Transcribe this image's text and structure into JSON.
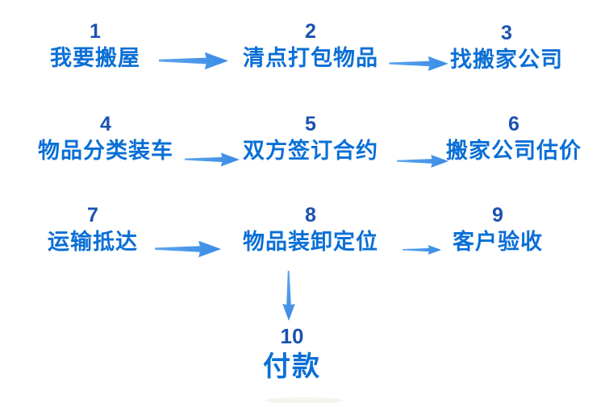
{
  "diagram": {
    "title": "moving-house-process-flow",
    "language": "zh",
    "background_color": "#ffffff",
    "colors": {
      "step_number": "#1b52b1",
      "step_label": "#0a6fd6",
      "arrow_tail": "#5ca4ee",
      "arrow_head": "#3a8ce6"
    },
    "steps": [
      {
        "number": "1",
        "label": "我要搬屋"
      },
      {
        "number": "2",
        "label": "清点打包物品"
      },
      {
        "number": "3",
        "label": "找搬家公司"
      },
      {
        "number": "4",
        "label": "物品分类装车"
      },
      {
        "number": "5",
        "label": "双方签订合约"
      },
      {
        "number": "6",
        "label": "搬家公司估价"
      },
      {
        "number": "7",
        "label": "运输抵达"
      },
      {
        "number": "8",
        "label": "物品装卸定位"
      },
      {
        "number": "9",
        "label": "客户验收"
      },
      {
        "number": "10",
        "label": "付款"
      }
    ],
    "connections": [
      {
        "from": "1",
        "to": "2",
        "direction": "right"
      },
      {
        "from": "2",
        "to": "3",
        "direction": "right"
      },
      {
        "from": "4",
        "to": "5",
        "direction": "right"
      },
      {
        "from": "5",
        "to": "6",
        "direction": "right"
      },
      {
        "from": "7",
        "to": "8",
        "direction": "right"
      },
      {
        "from": "8",
        "to": "9",
        "direction": "right"
      },
      {
        "from": "8",
        "to": "10",
        "direction": "down"
      }
    ]
  }
}
